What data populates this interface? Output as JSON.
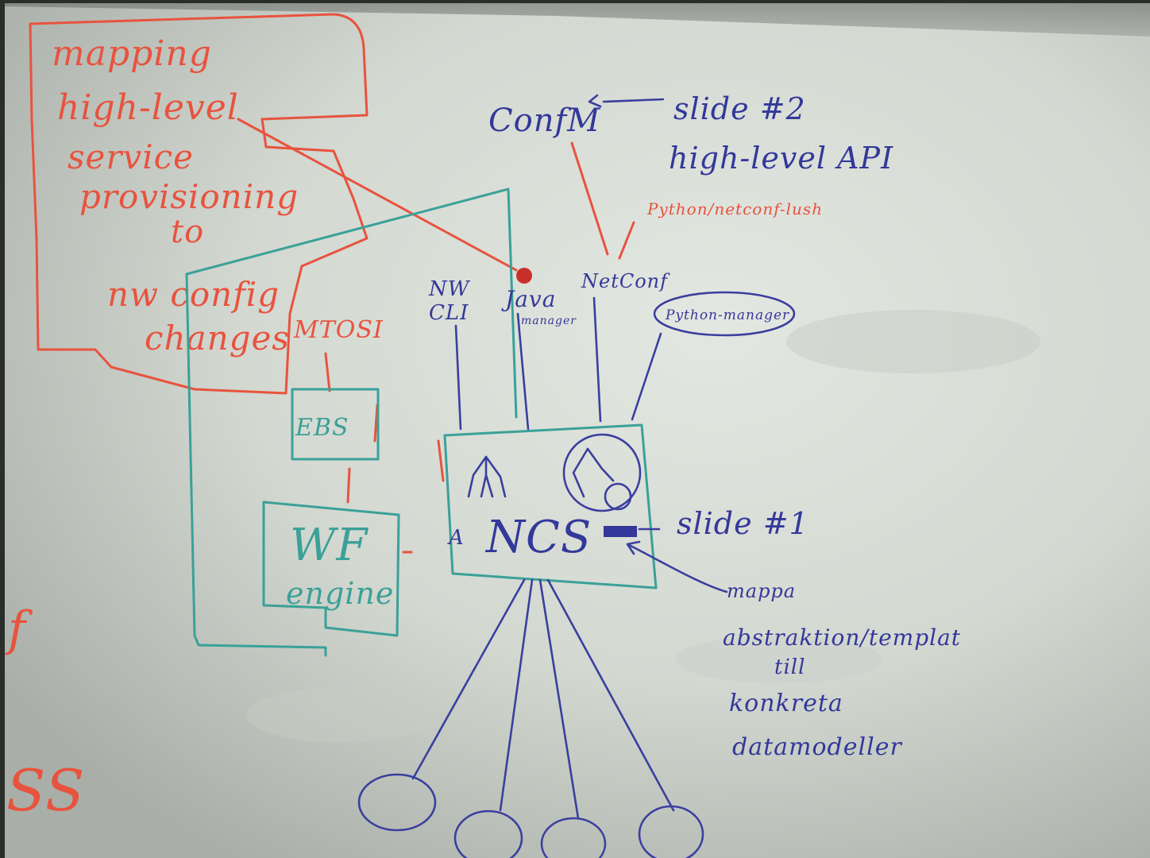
{
  "red_note": {
    "lines": [
      "mapping",
      "high-level",
      "service",
      "provisioning",
      "to",
      "nw config",
      "changes"
    ],
    "mtosi": "MTOSI",
    "python_ncclient": "Python/netconf-lush"
  },
  "blue_labels": {
    "confm": "ConfM",
    "slide_2": "slide #2",
    "high_level_api": "high-level API",
    "nw_cli": [
      "NW",
      "CLI"
    ],
    "java": "Java",
    "java_sub": "manager",
    "netconf": "NetConf",
    "python_manager": "Python-manager",
    "ncs": "NCS",
    "slide_1": "slide #1",
    "mapping_note": [
      "mappa",
      "abstraktion/templat",
      "till",
      "konkreta",
      "datamodeller"
    ]
  },
  "teal_labels": {
    "ebs": "EBS",
    "wf_engine": [
      "WF",
      "engine"
    ]
  },
  "edge_marks": {
    "left_f": "f",
    "left_ss": "SS"
  },
  "colors": {
    "board": "#d8dcd6",
    "red_marker": "#e8533e",
    "blue_marker": "#33389a",
    "teal_marker": "#3aa198"
  }
}
